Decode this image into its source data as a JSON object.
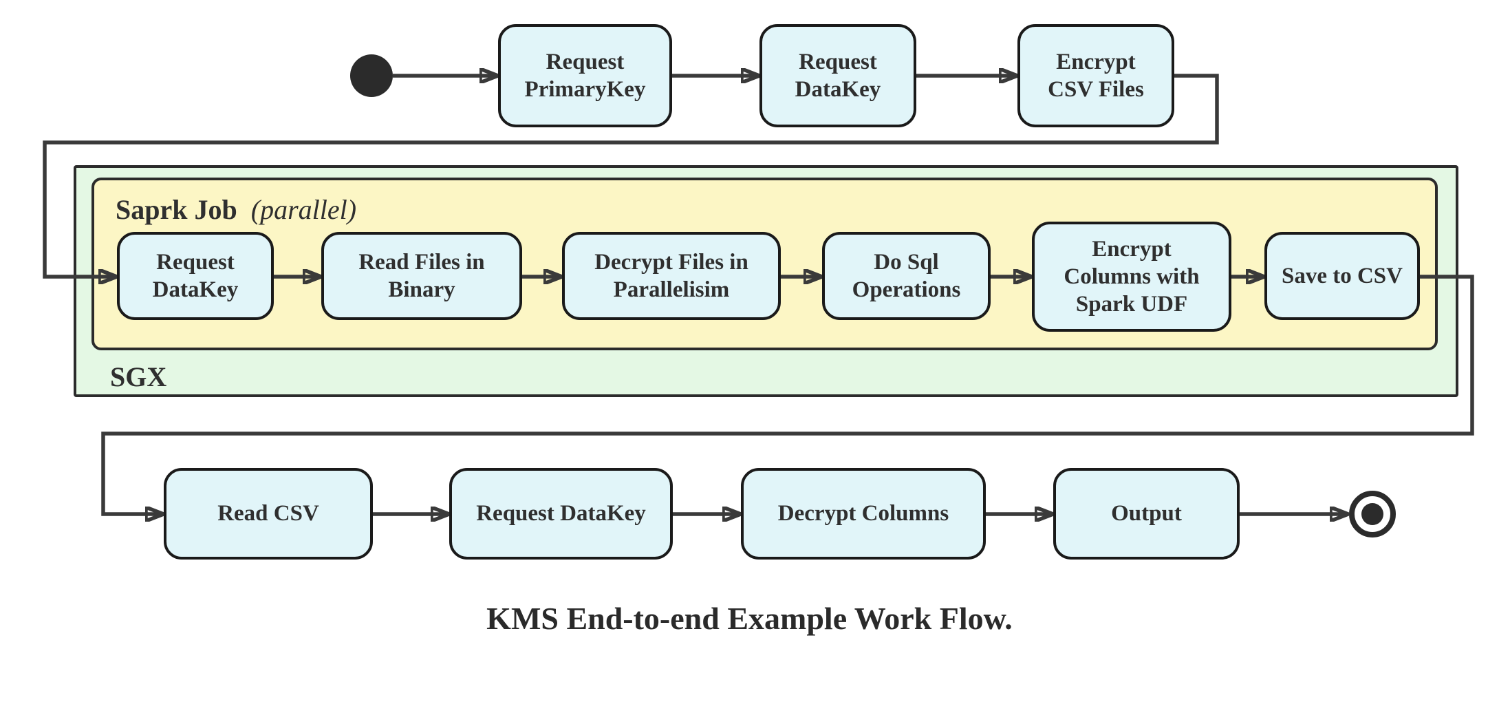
{
  "diagram": {
    "caption": "KMS End-to-end Example Work Flow.",
    "spark_container": {
      "label": "Saprk Job",
      "qualifier": "(parallel)"
    },
    "sgx_container": {
      "label": "SGX"
    },
    "top_row": [
      "Request PrimaryKey",
      "Request DataKey",
      "Encrypt CSV Files"
    ],
    "sgx_row": [
      "Request DataKey",
      "Read Files in Binary",
      "Decrypt Files in Parallelisim",
      "Do Sql Operations",
      "Encrypt Columns with Spark UDF",
      "Save to CSV"
    ],
    "bottom_row": [
      "Read CSV",
      "Request DataKey",
      "Decrypt Columns",
      "Output"
    ],
    "colors": {
      "node_fill": "#e1f5f9",
      "node_border": "#1a1a1a",
      "sgx_fill": "#e4f8e4",
      "spark_fill": "#fcf6c5",
      "container_border": "#2b2b2b",
      "edge": "#3a3a3a",
      "text": "#2f2f2f"
    }
  }
}
